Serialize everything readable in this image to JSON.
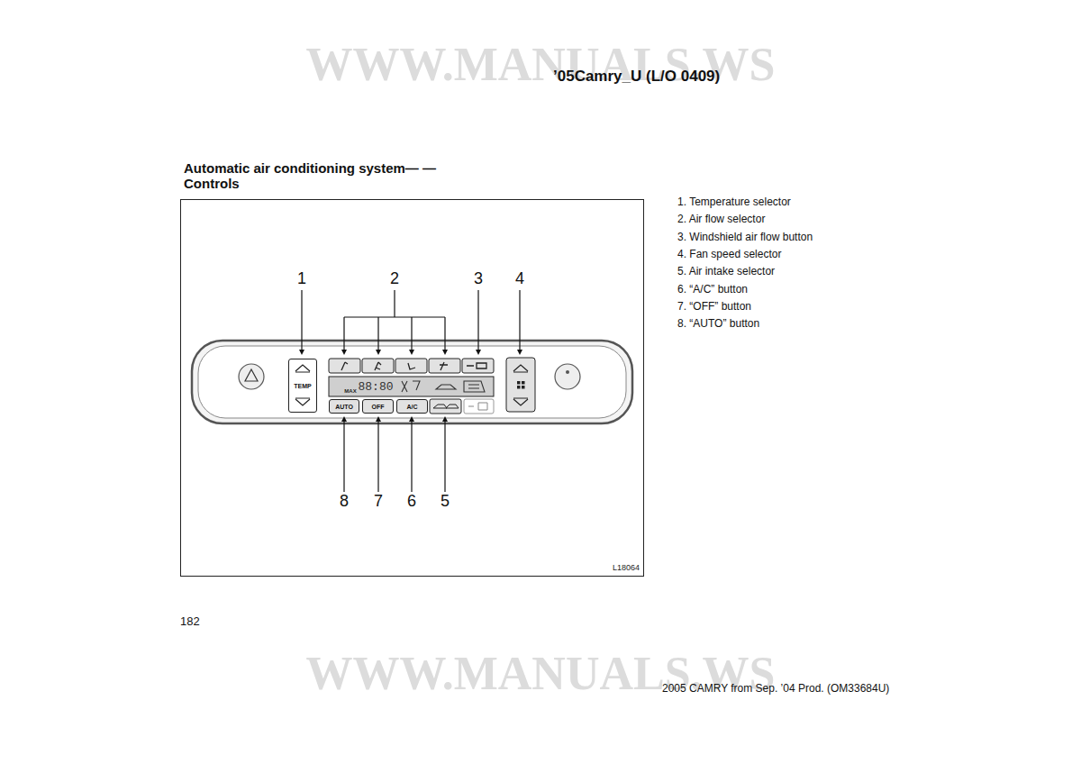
{
  "diagram": {
    "title": "Automatic air conditioning system— —Controls",
    "nodes": [
      {
        "text": [
          "TEMP"
        ]
      },
      {
        "text": [
          "AUTO"
        ]
      },
      {
        "text": [
          "OFF"
        ]
      },
      {
        "text": [
          "A/C"
        ]
      }
    ],
    "labels": [
      "WWW.MANUALS.WS",
      "’05Camry_U (L/O 0409)",
      "1",
      "2",
      "3",
      "4",
      "MAX",
      "88:80",
      "8",
      "7",
      "6",
      "5",
      "L18064",
      "1. Temperature selector",
      "2. Air flow selector",
      "3. Windshield air flow button",
      "4. Fan speed selector",
      "5. Air intake selector",
      "6. “A/C” button",
      "7. “OFF” button",
      "8. “AUTO” button",
      "182",
      "WWW.MANUALS.WS",
      "2005 CAMRY from Sep. ’04 Prod. (OM33684U)"
    ]
  }
}
